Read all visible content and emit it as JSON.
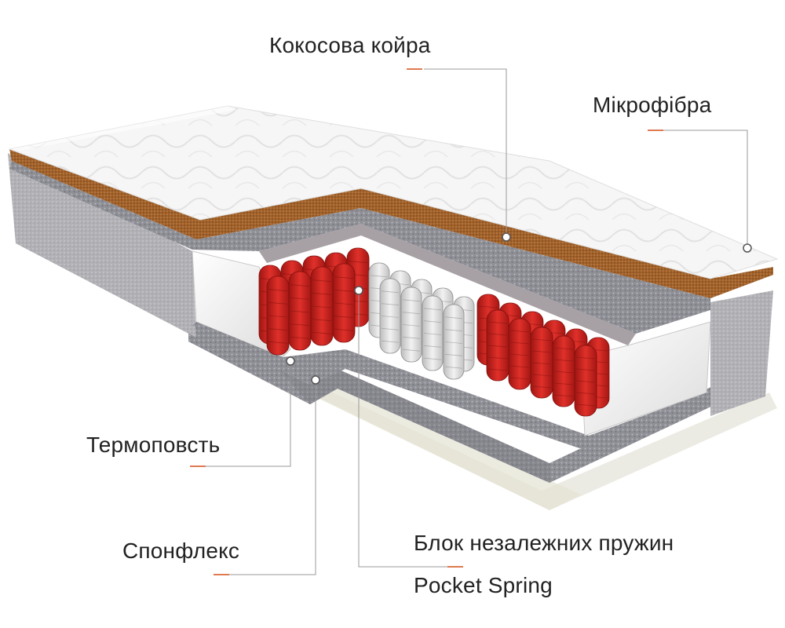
{
  "labels": {
    "coconut_coir": "Кокосова койра",
    "microfiber": "Мікрофібра",
    "thermofelt": "Термоповсть",
    "sponflex": "Спонфлекс",
    "spring_block": "Блок незалежних пружин",
    "pocket_spring": "Pocket Spring"
  },
  "colors": {
    "accent_tick": "#e07a4f",
    "leader_line": "#9a9a9a",
    "spring_red": "#d8241f",
    "spring_white": "#e6e6e6",
    "coir": "#a8672e",
    "felt": "#8e8e95",
    "quilt_top": "#f4f4f4"
  }
}
